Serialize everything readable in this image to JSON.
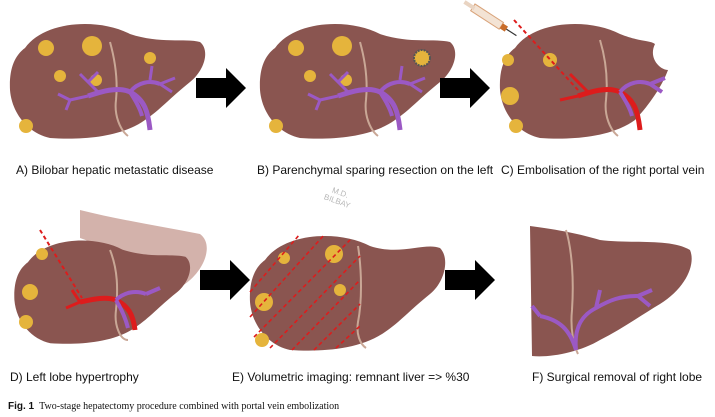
{
  "panels": [
    {
      "label": "A) Bilobar hepatic metastatic disease"
    },
    {
      "label": "B) Parenchymal sparing resection on the left"
    },
    {
      "label": "C) Embolisation of the right portal vein"
    },
    {
      "label": "D) Left lobe hypertrophy"
    },
    {
      "label": "E) Volumetric imaging: remnant liver => %30"
    },
    {
      "label": "F) Surgical removal of right lobe"
    }
  ],
  "caption": {
    "prefix": "Fig. 1",
    "text": "Two-stage hepatectomy procedure combined with portal vein embolization"
  },
  "watermark": {
    "line1": "M.D.",
    "line2": "BILBAY"
  },
  "icons": [
    "arrow-right-icon",
    "syringe-icon"
  ],
  "colors": {
    "liver": "#8a5550",
    "liver_light": "#b08378",
    "metastasis": "#e5b43c",
    "portal_vein": "#9b59c4",
    "embolised_vein": "#dd1c1c",
    "arrow": "#000000"
  }
}
